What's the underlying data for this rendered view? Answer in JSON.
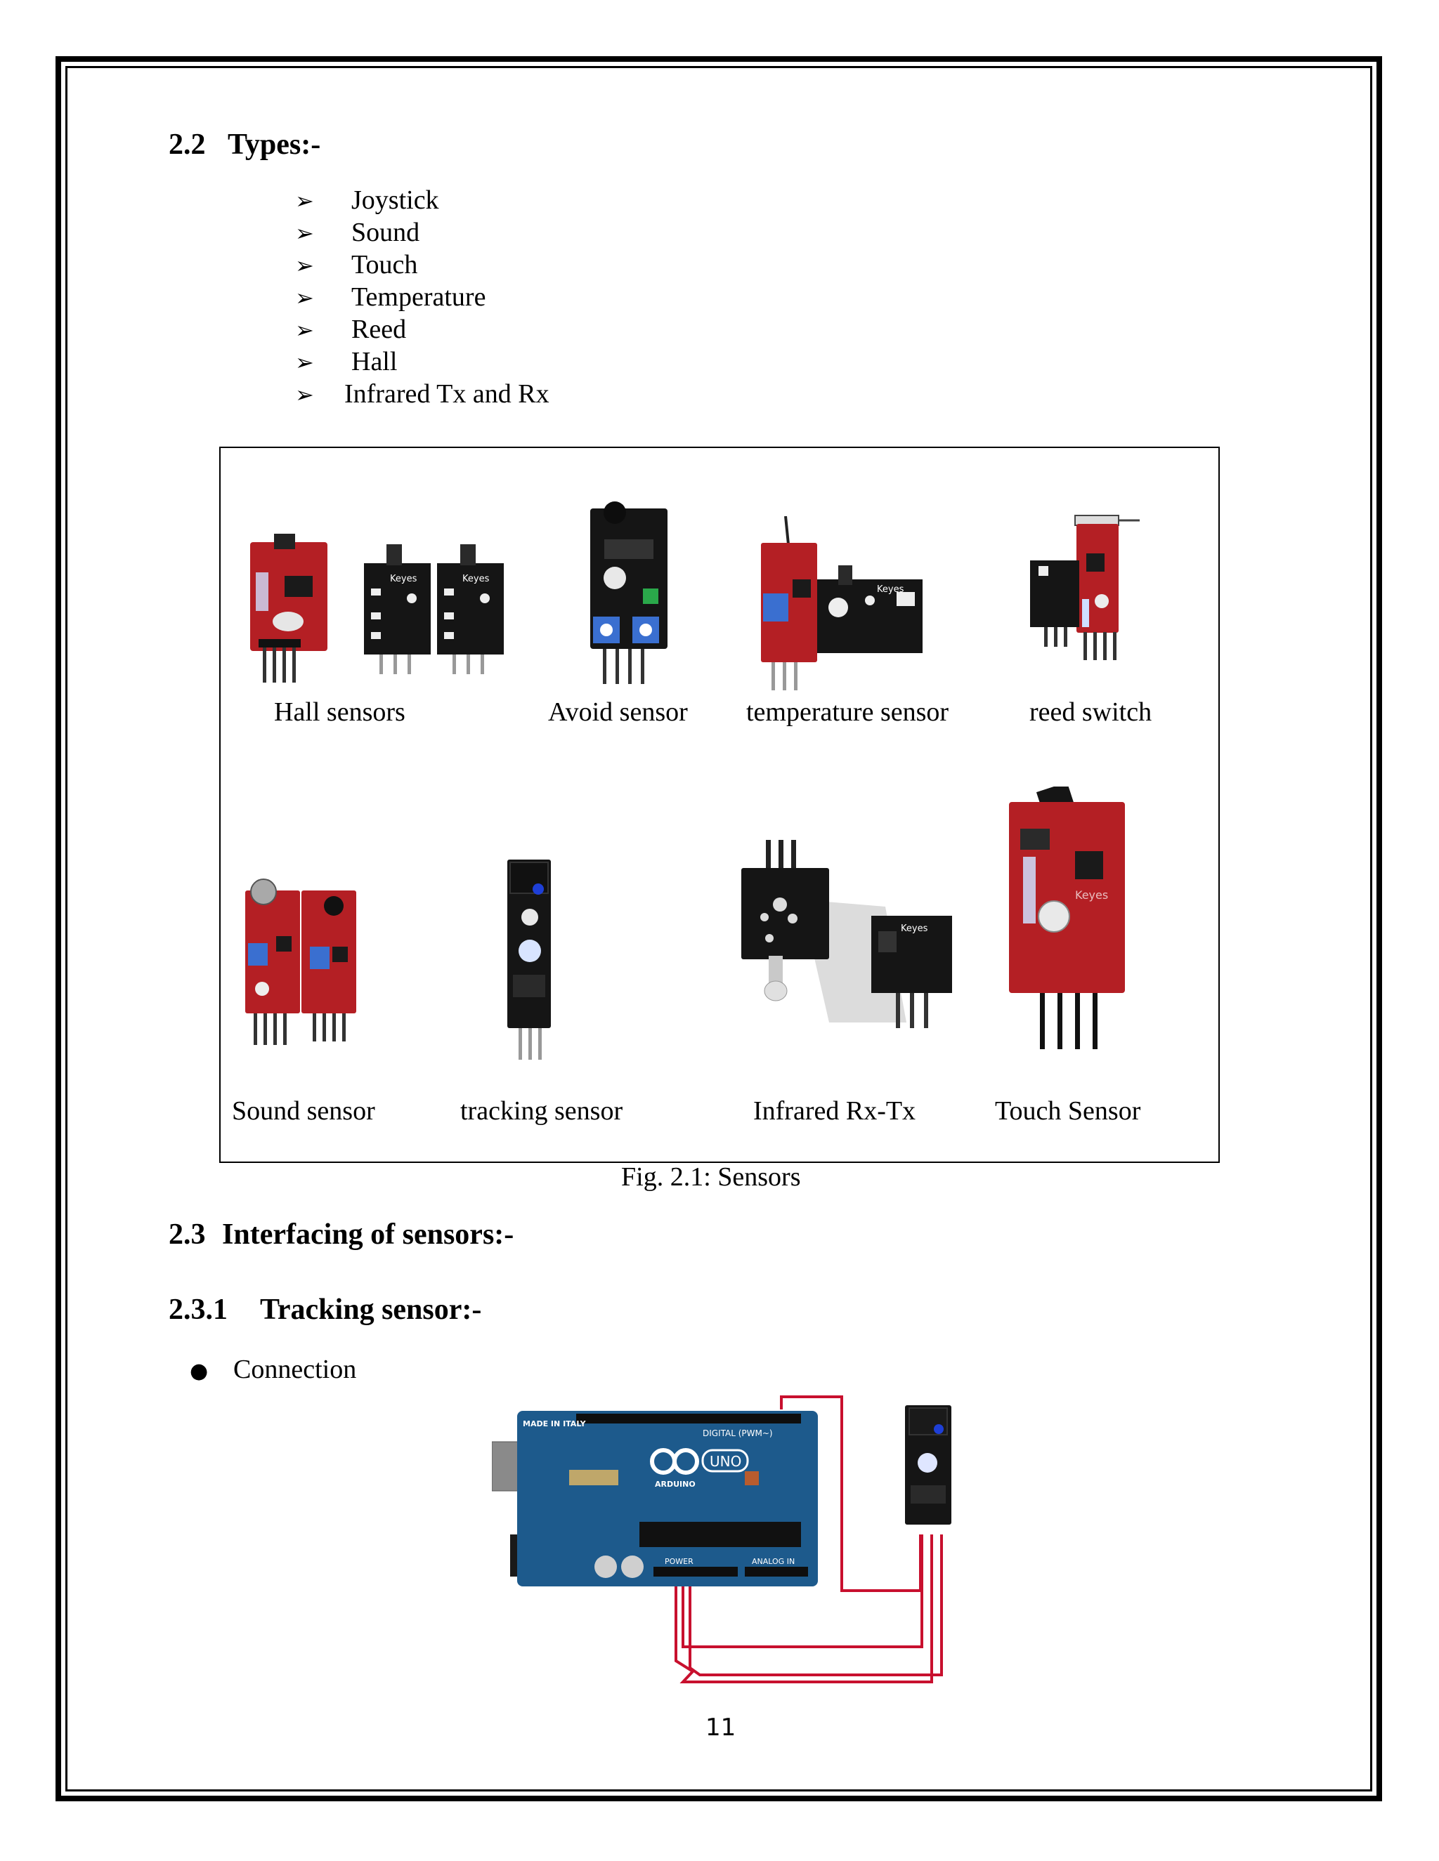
{
  "section_types": {
    "number": "2.2",
    "title": "Types:-"
  },
  "types_items": [
    "Joystick",
    "Sound",
    "Touch",
    "Temperature",
    "Reed",
    "Hall",
    "Infrared Tx and Rx"
  ],
  "figure": {
    "labels": {
      "hall": "Hall sensors",
      "avoid": "Avoid sensor",
      "temperature": "temperature sensor",
      "reed": "reed switch",
      "sound": "Sound sensor",
      "tracking": "tracking sensor",
      "infrared": "Infrared Rx-Tx",
      "touch": "Touch Sensor"
    },
    "caption": "Fig. 2.1:  Sensors",
    "board_marking": "Keyes"
  },
  "section_interfacing": {
    "number": "2.3",
    "title": "Interfacing of sensors:-"
  },
  "section_tracking": {
    "number": "2.3.1",
    "title": "Tracking sensor:-"
  },
  "connection_label": "Connection",
  "arduino": {
    "made_in": "MADE IN ITALY",
    "model": "UNO",
    "brand": "ARDUINO",
    "digital_label": "DIGITAL (PWM~)",
    "power_label": "POWER",
    "analog_label": "ANALOG IN"
  },
  "colors": {
    "pcb_red": "#b41f24",
    "pcb_black": "#151515",
    "arduino_blue": "#1d5a8c",
    "wire_red": "#c8102e"
  },
  "page_number": "11"
}
